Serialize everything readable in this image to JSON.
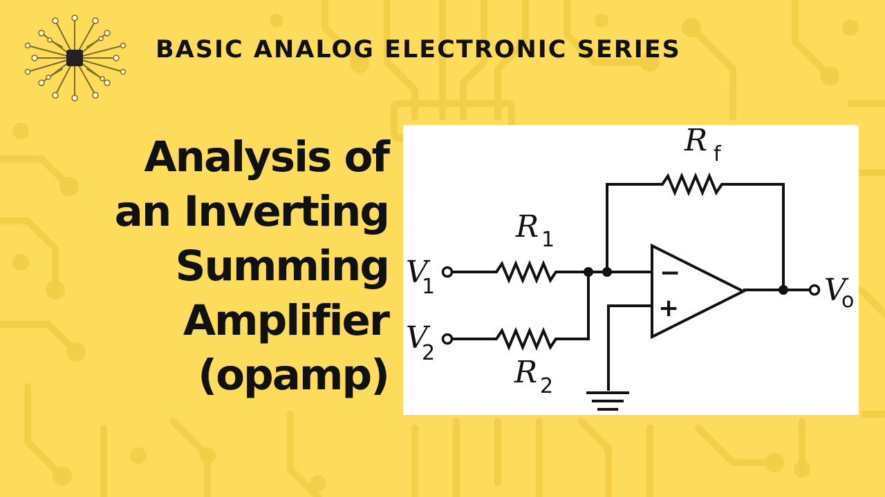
{
  "header": {
    "series_title": "BASIC ANALOG ELECTRONIC SERIES"
  },
  "title": {
    "lines": [
      "Analysis of",
      "an Inverting",
      "Summing",
      "Amplifier",
      "(opamp)"
    ]
  },
  "diagram": {
    "feedback_resistor": {
      "symbol": "R",
      "subscript": "f"
    },
    "input_resistor_1": {
      "symbol": "R",
      "subscript": "1"
    },
    "input_resistor_2": {
      "symbol": "R",
      "subscript": "2"
    },
    "input_1": {
      "symbol": "V",
      "subscript": "1"
    },
    "input_2": {
      "symbol": "V",
      "subscript": "2"
    },
    "output": {
      "symbol": "V",
      "subscript": "o"
    },
    "inverting_sign": "−",
    "noninverting_sign": "+"
  },
  "colors": {
    "background": "#fddc5c",
    "pattern": "#f3cf4e",
    "text": "#111111",
    "panel": "#ffffff"
  },
  "icons": {
    "logo": "circuit-brain-icon",
    "ground": "ground-icon"
  }
}
